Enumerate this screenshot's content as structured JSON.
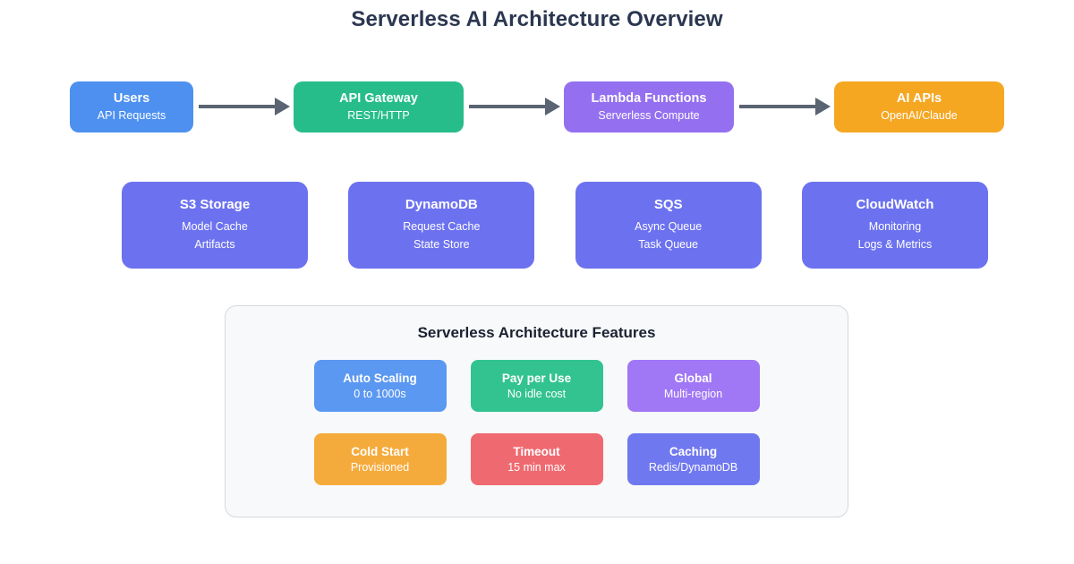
{
  "page": {
    "title": "Serverless AI Architecture Overview",
    "background": "#ffffff"
  },
  "palette": {
    "blue": "#4d90f0",
    "green": "#27bd8b",
    "purple": "#9470f0",
    "orange": "#f5a722",
    "indigo": "#6c72ef",
    "red": "#ef6a70",
    "arrow": "#5a6472",
    "panel_bg": "#f8f9fb",
    "panel_border": "#d5d8df",
    "title_color": "#2b3650"
  },
  "flow": {
    "nodes": [
      {
        "title": "Users",
        "subtitle": "API Requests",
        "color": "#4d90f0",
        "wide": false
      },
      {
        "title": "API Gateway",
        "subtitle": "REST/HTTP",
        "color": "#27bd8b",
        "wide": true
      },
      {
        "title": "Lambda Functions",
        "subtitle": "Serverless Compute",
        "color": "#9470f0",
        "wide": true
      },
      {
        "title": "AI APIs",
        "subtitle": "OpenAI/Claude",
        "color": "#f5a722",
        "wide": true
      }
    ],
    "arrow_count": 3
  },
  "services": [
    {
      "title": "S3 Storage",
      "line1": "Model Cache",
      "line2": "Artifacts",
      "color": "#6c72ef"
    },
    {
      "title": "DynamoDB",
      "line1": "Request Cache",
      "line2": "State Store",
      "color": "#6c72ef"
    },
    {
      "title": "SQS",
      "line1": "Async Queue",
      "line2": "Task Queue",
      "color": "#6c72ef"
    },
    {
      "title": "CloudWatch",
      "line1": "Monitoring",
      "line2": "Logs & Metrics",
      "color": "#6c72ef"
    }
  ],
  "features_panel": {
    "title": "Serverless Architecture Features",
    "rows": [
      [
        {
          "title": "Auto Scaling",
          "subtitle": "0 to 1000s",
          "color": "#5b98f2"
        },
        {
          "title": "Pay per Use",
          "subtitle": "No idle cost",
          "color": "#33c391"
        },
        {
          "title": "Global",
          "subtitle": "Multi-region",
          "color": "#a077f5"
        }
      ],
      [
        {
          "title": "Cold Start",
          "subtitle": "Provisioned",
          "color": "#f5ab3c"
        },
        {
          "title": "Timeout",
          "subtitle": "15 min max",
          "color": "#ef6a70"
        },
        {
          "title": "Caching",
          "subtitle": "Redis/DynamoDB",
          "color": "#7078ef"
        }
      ]
    ]
  }
}
